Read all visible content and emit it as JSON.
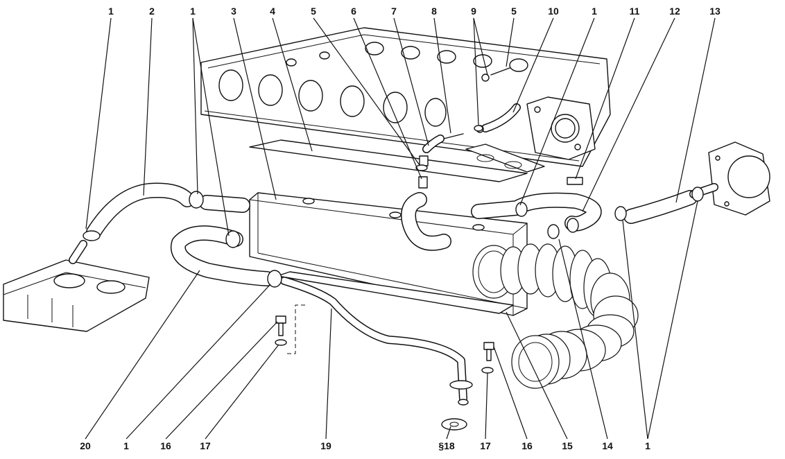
{
  "callouts": [
    {
      "id": "c-top-1a",
      "text": "1"
    },
    {
      "id": "c-top-2",
      "text": "2"
    },
    {
      "id": "c-top-1b",
      "text": "1"
    },
    {
      "id": "c-top-3",
      "text": "3"
    },
    {
      "id": "c-top-4",
      "text": "4"
    },
    {
      "id": "c-top-5a",
      "text": "5"
    },
    {
      "id": "c-top-6",
      "text": "6"
    },
    {
      "id": "c-top-7",
      "text": "7"
    },
    {
      "id": "c-top-8",
      "text": "8"
    },
    {
      "id": "c-top-9",
      "text": "9"
    },
    {
      "id": "c-top-5b",
      "text": "5"
    },
    {
      "id": "c-top-10",
      "text": "10"
    },
    {
      "id": "c-top-1c",
      "text": "1"
    },
    {
      "id": "c-top-11",
      "text": "11"
    },
    {
      "id": "c-top-12",
      "text": "12"
    },
    {
      "id": "c-top-13",
      "text": "13"
    },
    {
      "id": "c-bot-20",
      "text": "20"
    },
    {
      "id": "c-bot-1a",
      "text": "1"
    },
    {
      "id": "c-bot-16a",
      "text": "16"
    },
    {
      "id": "c-bot-17a",
      "text": "17"
    },
    {
      "id": "c-bot-19",
      "text": "19"
    },
    {
      "id": "c-bot-18",
      "text": "§18"
    },
    {
      "id": "c-bot-17b",
      "text": "17"
    },
    {
      "id": "c-bot-16b",
      "text": "16"
    },
    {
      "id": "c-bot-15",
      "text": "15"
    },
    {
      "id": "c-bot-14",
      "text": "14"
    },
    {
      "id": "c-bot-1b",
      "text": "1"
    }
  ]
}
